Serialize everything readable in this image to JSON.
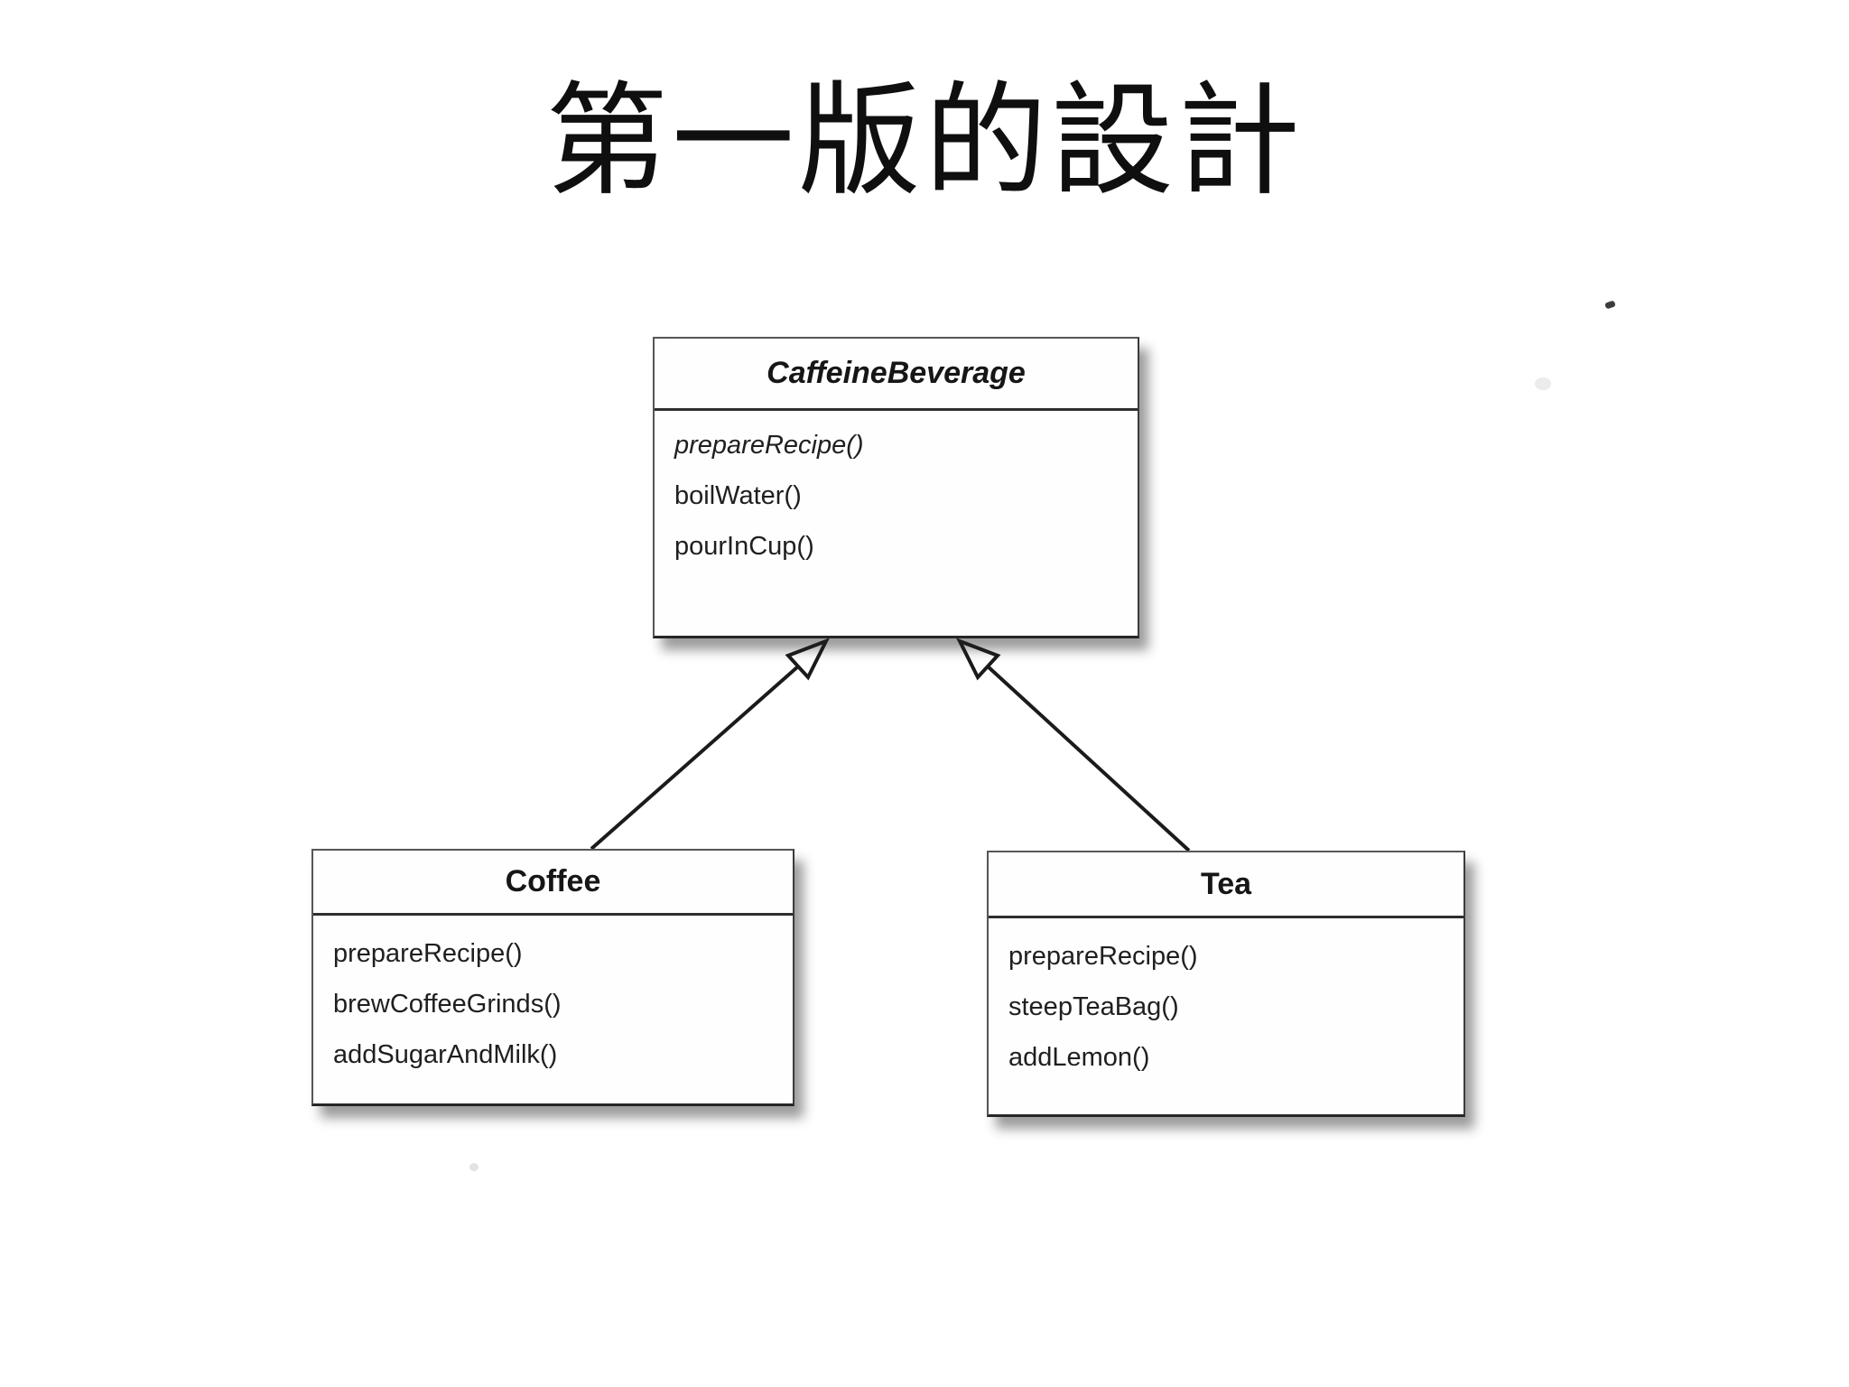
{
  "title": "第一版的設計",
  "diagram": {
    "type": "uml-class-diagram",
    "classes": [
      {
        "id": "caffeine-beverage",
        "name": "CaffeineBeverage",
        "abstract": true,
        "methods": [
          {
            "name": "prepareRecipe()",
            "abstract": true
          },
          {
            "name": "boilWater()",
            "abstract": false
          },
          {
            "name": "pourInCup()",
            "abstract": false
          }
        ]
      },
      {
        "id": "coffee",
        "name": "Coffee",
        "abstract": false,
        "methods": [
          {
            "name": "prepareRecipe()",
            "abstract": false
          },
          {
            "name": "brewCoffeeGrinds()",
            "abstract": false
          },
          {
            "name": "addSugarAndMilk()",
            "abstract": false
          }
        ]
      },
      {
        "id": "tea",
        "name": "Tea",
        "abstract": false,
        "methods": [
          {
            "name": "prepareRecipe()",
            "abstract": false
          },
          {
            "name": "steepTeaBag()",
            "abstract": false
          },
          {
            "name": "addLemon()",
            "abstract": false
          }
        ]
      }
    ],
    "relations": [
      {
        "from": "Coffee",
        "to": "CaffeineBeverage",
        "type": "generalization"
      },
      {
        "from": "Tea",
        "to": "CaffeineBeverage",
        "type": "generalization"
      }
    ],
    "colors": {
      "background": "#ffffff",
      "box_fill": "#fefefe",
      "box_border": "#3a3a3a",
      "text": "#1f1f1f",
      "line": "#1b1b1b"
    }
  }
}
